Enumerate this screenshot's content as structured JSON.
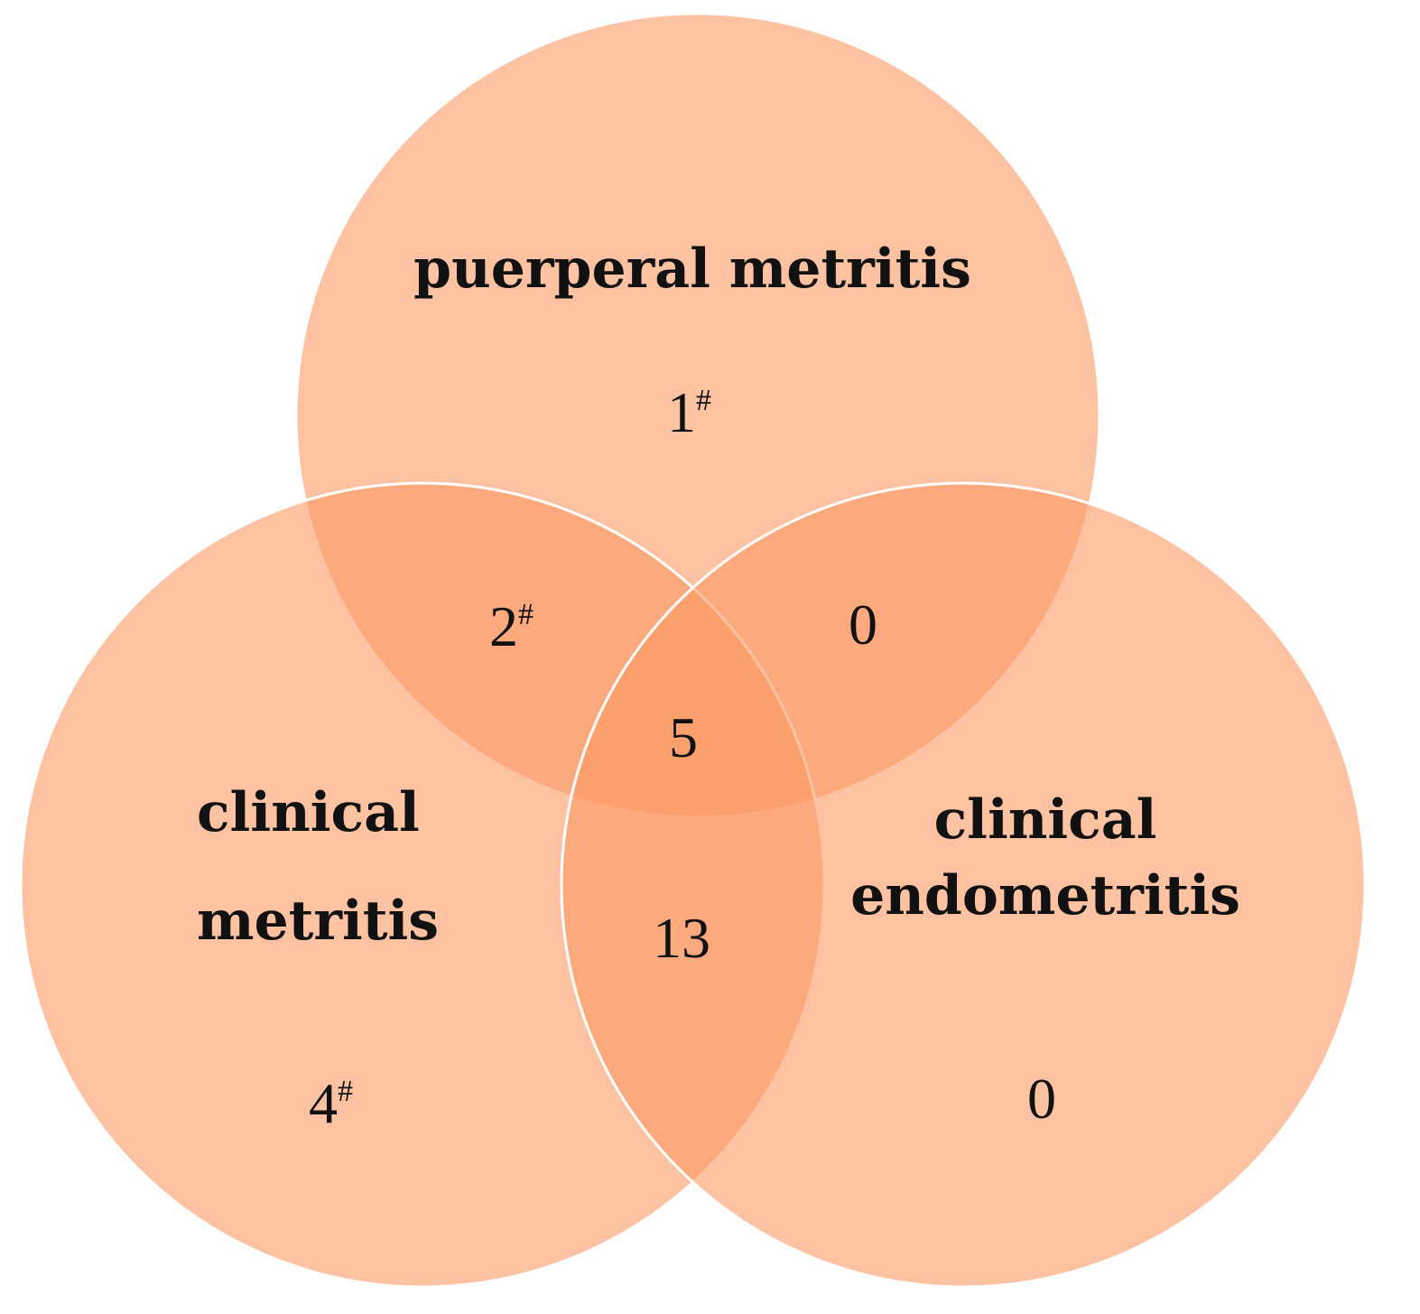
{
  "colors": {
    "fill": "#fc9a64",
    "outline": "#ffffff",
    "text": "#111111"
  },
  "sets": {
    "puerperal": {
      "label": "puerperal metritis"
    },
    "clinical_metritis": {
      "label_line1": "clinical",
      "label_line2": "metritis"
    },
    "clinical_endometritis": {
      "label_line1": "clinical",
      "label_line2": "endometritis"
    }
  },
  "regions": {
    "puerperal_only": {
      "value": "1",
      "mark": "#"
    },
    "puerperal_and_clinical_metritis": {
      "value": "2",
      "mark": "#"
    },
    "puerperal_and_clinical_endometritis": {
      "value": "0",
      "mark": ""
    },
    "all_three": {
      "value": "5",
      "mark": ""
    },
    "clinical_metritis_and_clinical_endometritis": {
      "value": "13",
      "mark": ""
    },
    "clinical_metritis_only": {
      "value": "4",
      "mark": "#"
    },
    "clinical_endometritis_only": {
      "value": "0",
      "mark": ""
    }
  }
}
